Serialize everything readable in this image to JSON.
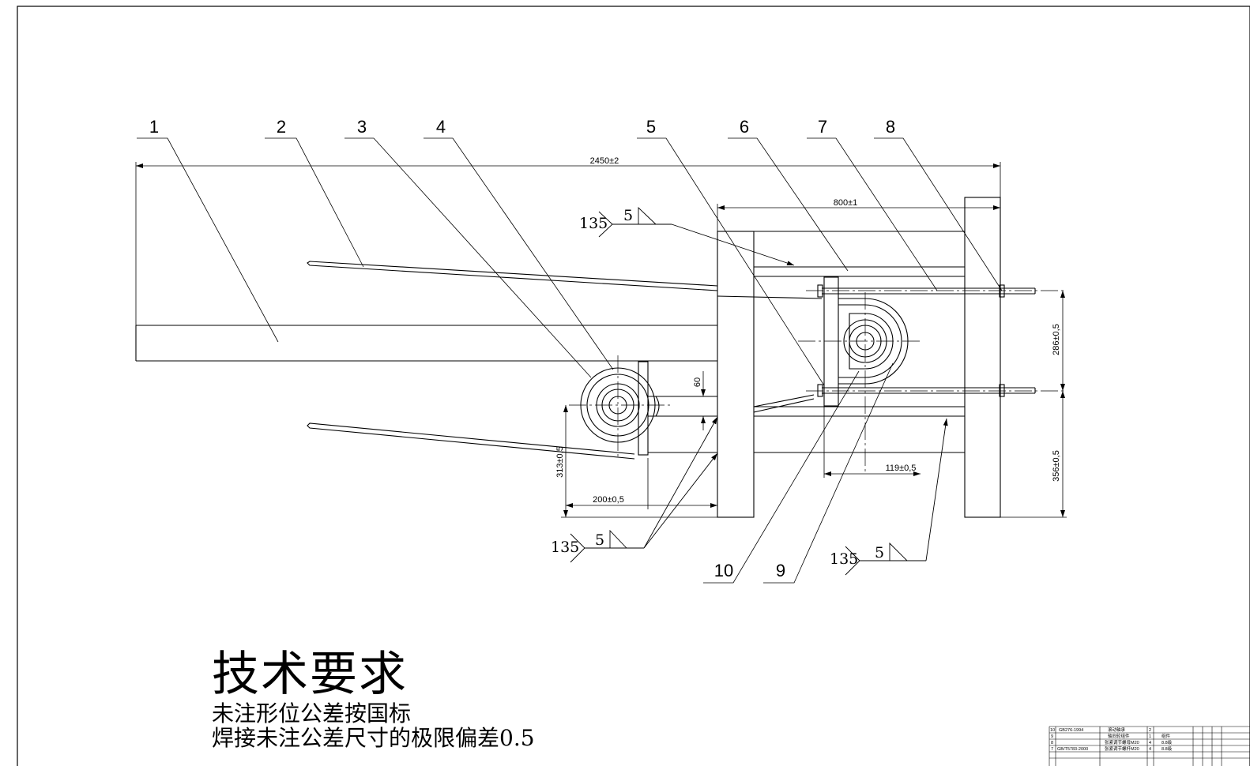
{
  "balloons": [
    "1",
    "2",
    "3",
    "4",
    "5",
    "6",
    "7",
    "8",
    "10",
    "9"
  ],
  "dimensions": {
    "overall": "2450±2",
    "frame_width": "800±1",
    "upper_height": "286±0,5",
    "lower_height": "356±0,5",
    "pulley_height": "313±0,5",
    "pulley_offset": "200±0,5",
    "roller_offset": "119±0,5",
    "axle_gap": "60"
  },
  "welds": [
    {
      "angle": "135",
      "size": "5"
    },
    {
      "angle": "135",
      "size": "5"
    },
    {
      "angle": "135",
      "size": "5"
    }
  ],
  "tech": {
    "title": "技术要求",
    "lines": [
      "未注形位公差按国标",
      "焊接未注公差尺寸的极限偏差0.5"
    ]
  },
  "bom": {
    "rows": [
      {
        "no": "10",
        "code": "GB276-1994",
        "name": "滚动轴承",
        "qty": "2",
        "material": ""
      },
      {
        "no": "9",
        "code": "",
        "name": "轴向轮组件",
        "qty": "1",
        "material": "组件"
      },
      {
        "no": "8",
        "code": "",
        "name": "张紧调节螺母M20",
        "qty": "4",
        "material": "8.8级"
      },
      {
        "no": "7",
        "code": "GB/T5783-2000",
        "name": "张紧调节螺杆M20",
        "qty": "4",
        "material": "8.8级"
      }
    ]
  }
}
